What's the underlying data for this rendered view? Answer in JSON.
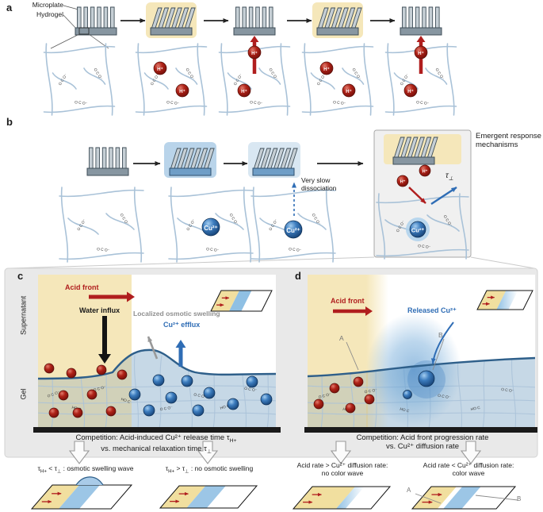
{
  "colors": {
    "acid": "#f5e7ba",
    "acid_deep": "#f1df9f",
    "gel": "#c6d8e6",
    "gel_line": "#a9c2d8",
    "surface": "#2e5f8a",
    "copper": "#2f6db5",
    "proton": "#a81616",
    "arrow_red": "#b01e1e",
    "plate": "#8796a1",
    "panel_bg": "#e9e9e9"
  },
  "ions": {
    "h": "H⁺",
    "cu": "Cu²⁺"
  },
  "chem": {
    "coo": "O C O⁻",
    "ho": "HO C"
  },
  "panel_a": {
    "label": "a",
    "microplate": "Microplate",
    "hydrogel": "Hydrogel"
  },
  "panel_b": {
    "label": "b",
    "very_slow": "Very slow\ndissociation",
    "emergent": "Emergent response\nmechanisms",
    "tau": "τ",
    "tau_sub": "⊥"
  },
  "panel_c": {
    "label": "c",
    "supernatant": "Supernatant",
    "gel": "Gel",
    "acid_front": "Acid front",
    "water_influx": "Water influx",
    "osmotic": "Localized osmotic swelling",
    "efflux": "Cu²⁺ efflux",
    "caption1_main": "Competition: Acid-induced Cu²⁺ release time τ",
    "caption1_sub": "H+",
    "caption2_main": "vs. mechanical relaxation time τ",
    "caption2_sub": "⊥"
  },
  "panel_d": {
    "label": "d",
    "acid_front": "Acid front",
    "released": "Released Cu²⁺",
    "point_a": "A",
    "point_b": "B",
    "caption1": "Competition: Acid front progression rate",
    "caption2": "vs. Cu²⁺ diffusion rate"
  },
  "outcomes": {
    "o1": {
      "p1": "τ",
      "s1": "H+",
      "p2": " < τ",
      "s2": "⊥",
      "p3": " : osmotic swelling wave"
    },
    "o2": {
      "p1": "τ",
      "s1": "H+",
      "p2": " > τ",
      "s2": "⊥",
      "p3": " : no osmotic swelling"
    },
    "o3": {
      "line1": "Acid rate > Cu²⁺ diffusion rate:",
      "line2": "no color wave"
    },
    "o4": {
      "line1": "Acid rate < Cu²⁺ diffusion rate:",
      "line2": "color wave"
    },
    "point_a": "A",
    "point_b": "B"
  }
}
